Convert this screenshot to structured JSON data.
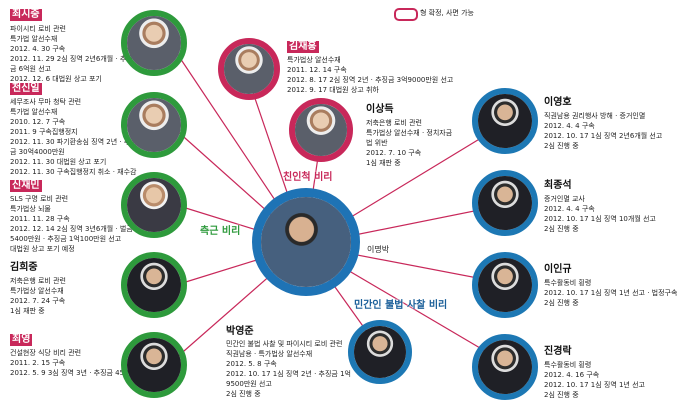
{
  "legend": {
    "text": "형 확정, 사면 가능"
  },
  "center": {
    "name": "이명박"
  },
  "groups": {
    "left": "측근 비리",
    "top": "친인척 비리",
    "right": "민간인 불법 사찰 비리"
  },
  "people": {
    "choi_sijung": {
      "name": "최시중",
      "lines": [
        "파이시티 로비 관련",
        "특가법 알선수재",
        "2012. 4. 30 구속",
        "2012. 11. 29 2심 징역 2년6개월 · 추징",
        "금 6억원 선고",
        "2012. 12. 6 대법원 상고 포기"
      ]
    },
    "kim_jaehong": {
      "name": "김재홍",
      "lines": [
        "특가법상 알선수재",
        "2011. 12. 14 구속",
        "2012. 8. 17 2심 징역 2년 · 추징금 3억9000만원 선고",
        "2012. 9. 17 대법원 상고 취하"
      ]
    },
    "cheon_singil": {
      "name": "천신일",
      "lines": [
        "세무조사 무마 청탁 관련",
        "특가법 알선수재",
        "2010. 12. 7 구속",
        "2011. 9 구속집행정지",
        "2012. 11. 30 파기환송심 징역 2년 · 추징",
        "금 30억4000만원",
        "2012. 11. 30 대법원 상고 포기",
        "2012. 11. 30 구속집행정지 취소 · 재수감"
      ]
    },
    "lee_sangdeuk": {
      "name": "이상득",
      "lines": [
        "저축은행 로비 관련",
        "특가법상 알선수재 · 정치자금",
        "법 위반",
        "2012. 7. 10 구속",
        "1심 재판 중"
      ]
    },
    "shin_jaemin": {
      "name": "신재민",
      "lines": [
        "SLS 구명 로비 관련",
        "특가법상 뇌물",
        "2011. 11. 28 구속",
        "2012. 12. 14 2심 징역 3년6개월 · 벌금",
        "5400만원 · 추징금 1억100만원 선고",
        "대법원 상고 포기 예정"
      ]
    },
    "kim_heejung": {
      "name": "김희중",
      "lines": [
        "저축은행 로비 관련",
        "특가법상 알선수재",
        "2012. 7. 24 구속",
        "1심 재판 중"
      ]
    },
    "choi_young": {
      "name": "최영",
      "lines": [
        "건설현장 식당 비리 관련",
        "2011. 2. 15 구속",
        "2012. 5. 9 3심 징역 3년 · 추징금 4500만원"
      ]
    },
    "park_youngjun": {
      "name": "박영준",
      "lines": [
        "민간인 불법 사찰 및 파이시티 로비 관련",
        "직권남용 · 특가법상 알선수재",
        "2012. 5. 8 구속",
        "2012. 10. 17 1심 징역 2년 · 추징금 1억",
        "9500만원 선고",
        "2심 진행 중"
      ]
    },
    "lee_younho": {
      "name": "이영호",
      "lines": [
        "직권남용 권리행사 방해 · 증거인멸",
        "2012. 4. 4 구속",
        "2012. 10. 17 1심 징역 2년6개월 선고",
        "2심 진행 중"
      ]
    },
    "choi_jongseok": {
      "name": "최종석",
      "lines": [
        "증거인멸 교사",
        "2012. 4. 4 구속",
        "2012. 10. 17 1심 징역 10개월 선고",
        "2심 진행 중"
      ]
    },
    "lee_ingyu": {
      "name": "이인규",
      "lines": [
        "특수활동비 횡령",
        "2012. 10. 17 1심 징역 1년 선고 · 법정구속",
        "2심 진행 중"
      ]
    },
    "jin_gyeongrak": {
      "name": "진경락",
      "lines": [
        "특수활동비 횡령",
        "2012. 4. 16 구속",
        "2012. 10. 17 1심 징역 1년 선고",
        "2심 진행 중"
      ]
    }
  }
}
